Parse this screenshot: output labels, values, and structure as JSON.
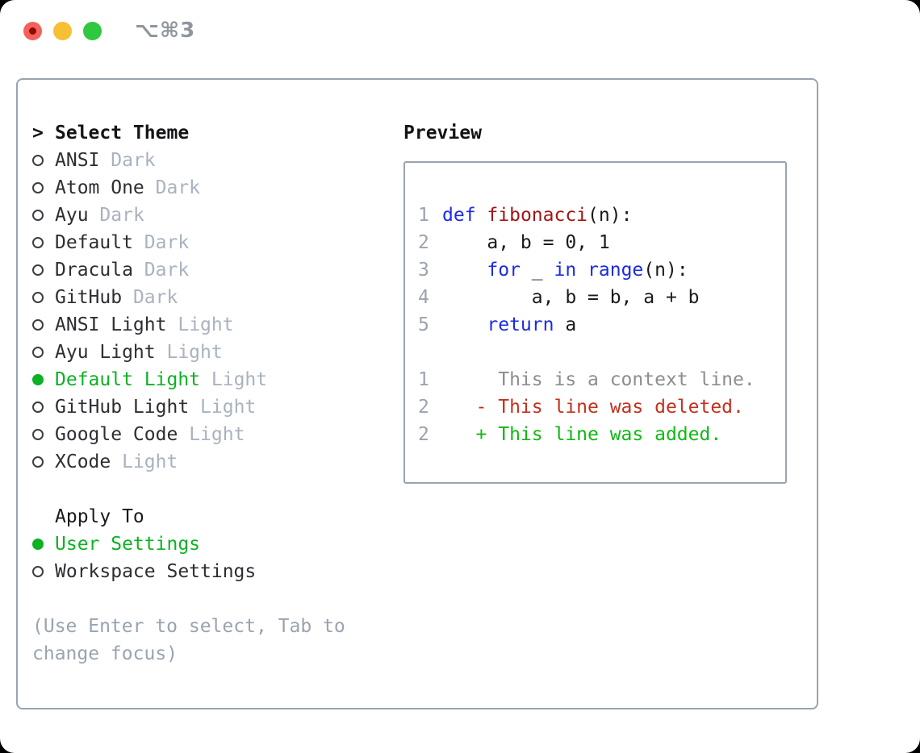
{
  "window": {
    "shortcut_label": "⌥⌘3",
    "traffic_lights": {
      "close": "close",
      "minimize": "minimize",
      "zoom": "zoom"
    }
  },
  "colors": {
    "panel_border": "#9aa3ae",
    "selected_green": "#0cb224",
    "variant_gray": "#a9b2bf",
    "hint_gray": "#9aa3af",
    "line_number_gray": "#9aa3ae",
    "keyword_blue": "#1c2be2",
    "function_red": "#a31515",
    "code_black": "#1a1a1d",
    "diff_context_gray": "#8d8d90",
    "diff_deleted_red": "#c4301c",
    "diff_added_green": "#0fb912",
    "traffic_red": "#f4615c",
    "traffic_yellow": "#f7bf34",
    "traffic_green": "#2fc841"
  },
  "theme_selector": {
    "title_prefix": ">",
    "title": "Select Theme",
    "items": [
      {
        "name": "ANSI",
        "variant": "Dark",
        "selected": false
      },
      {
        "name": "Atom One",
        "variant": "Dark",
        "selected": false
      },
      {
        "name": "Ayu",
        "variant": "Dark",
        "selected": false
      },
      {
        "name": "Default",
        "variant": "Dark",
        "selected": false
      },
      {
        "name": "Dracula",
        "variant": "Dark",
        "selected": false
      },
      {
        "name": "GitHub",
        "variant": "Dark",
        "selected": false
      },
      {
        "name": "ANSI Light",
        "variant": "Light",
        "selected": false
      },
      {
        "name": "Ayu Light",
        "variant": "Light",
        "selected": false
      },
      {
        "name": "Default Light",
        "variant": "Light",
        "selected": true
      },
      {
        "name": "GitHub Light",
        "variant": "Light",
        "selected": false
      },
      {
        "name": "Google Code",
        "variant": "Light",
        "selected": false
      },
      {
        "name": "XCode",
        "variant": "Light",
        "selected": false
      }
    ]
  },
  "apply_to": {
    "title": "Apply To",
    "options": [
      {
        "label": "User Settings",
        "selected": true
      },
      {
        "label": "Workspace Settings",
        "selected": false
      }
    ]
  },
  "hint": "(Use Enter to select, Tab to change focus)",
  "preview": {
    "title": "Preview",
    "code_lines": [
      {
        "num": "1",
        "tokens": [
          {
            "t": "def",
            "c": "kw"
          },
          {
            "t": " ",
            "c": "plain"
          },
          {
            "t": "fibonacci",
            "c": "fn"
          },
          {
            "t": "(n):",
            "c": "plain"
          }
        ]
      },
      {
        "num": "2",
        "tokens": [
          {
            "t": "    a, b = 0, 1",
            "c": "plain"
          }
        ]
      },
      {
        "num": "3",
        "tokens": [
          {
            "t": "    ",
            "c": "plain"
          },
          {
            "t": "for",
            "c": "kw"
          },
          {
            "t": " _ ",
            "c": "plain"
          },
          {
            "t": "in",
            "c": "kw"
          },
          {
            "t": " ",
            "c": "plain"
          },
          {
            "t": "range",
            "c": "kw"
          },
          {
            "t": "(n):",
            "c": "plain"
          }
        ]
      },
      {
        "num": "4",
        "tokens": [
          {
            "t": "        a, b = b, a + b",
            "c": "plain"
          }
        ]
      },
      {
        "num": "5",
        "tokens": [
          {
            "t": "    ",
            "c": "plain"
          },
          {
            "t": "return",
            "c": "kw"
          },
          {
            "t": " a",
            "c": "plain"
          }
        ]
      }
    ],
    "diff_lines": [
      {
        "num": "1",
        "type": "context",
        "text": "     This is a context line."
      },
      {
        "num": "2",
        "type": "deleted",
        "text": "   - This line was deleted."
      },
      {
        "num": "2",
        "type": "added",
        "text": "   + This line was added."
      }
    ]
  }
}
